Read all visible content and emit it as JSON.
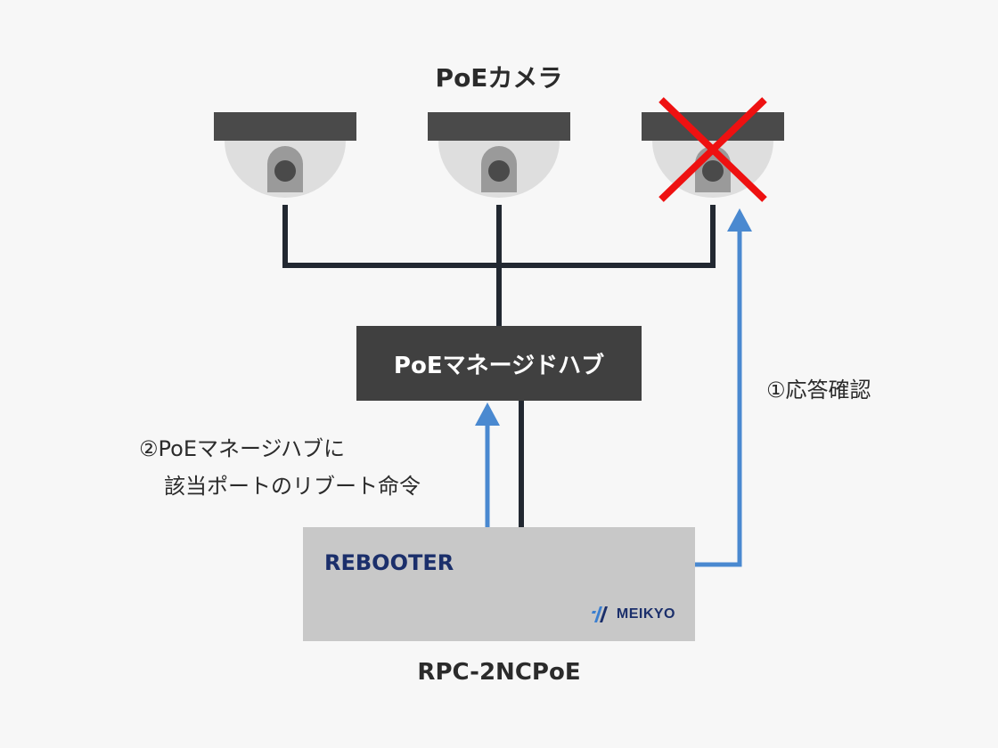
{
  "diagram": {
    "title": "PoEカメラ",
    "hub_label": "PoEマネージドハブ",
    "device_label": "REBOOTER",
    "device_logo": "MEIKYO",
    "model_label": "RPC-2NCPoE",
    "note_response_check": "①応答確認",
    "note_reboot_line1": "②PoEマネージハブに",
    "note_reboot_line2": "該当ポートのリブート命令",
    "cameras": [
      {
        "status": "ok"
      },
      {
        "status": "ok"
      },
      {
        "status": "failed"
      }
    ],
    "colors": {
      "background": "#f7f7f7",
      "hub": "#404040",
      "device": "#c8c8c8",
      "arrow": "#4a89d0",
      "failure_mark": "#ee1111",
      "line": "#222831",
      "brand": "#1b2f6b"
    },
    "icons": [
      "dome-camera-icon",
      "failure-x-icon",
      "meikyo-logo-icon"
    ]
  }
}
